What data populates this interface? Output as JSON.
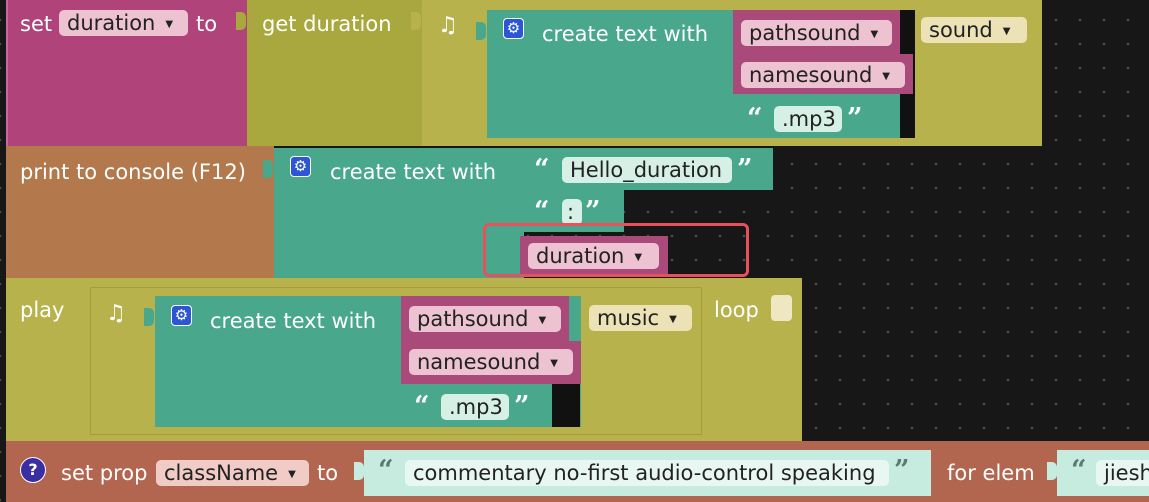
{
  "colors": {
    "var_block": "#b0447a",
    "get_block": "#a8a83e",
    "sound_block": "#b8b24c",
    "text_block": "#49a78b",
    "var_ref": "#aa4a7b",
    "print_block": "#b3794c",
    "play_block": "#b8b24c",
    "prop_block": "#b2664f",
    "highlight": "#e8505b",
    "workspace": "#171717"
  },
  "block_set": {
    "set_label": "set",
    "variable": "duration",
    "to_label": "to",
    "get_label": "get duration",
    "sound_icon": "music-note-icon",
    "create_text_label": "create text with",
    "items": [
      "pathsound",
      "namesound"
    ],
    "text_literal": ".mp3",
    "type_dropdown": "sound"
  },
  "block_print": {
    "label": "print to console (F12)",
    "create_text_label": "create text with",
    "literal_1": "Hello_duration",
    "literal_2": ":",
    "var_ref": "duration"
  },
  "block_play": {
    "label": "play",
    "create_text_label": "create text with",
    "items": [
      "pathsound",
      "namesound"
    ],
    "text_literal": ".mp3",
    "type_dropdown": "music",
    "loop_label": "loop"
  },
  "block_prop": {
    "help_icon": "?",
    "label_set_prop": "set prop",
    "prop_dropdown": "className",
    "to_label": "to",
    "value_literal": "commentary no-first audio-control speaking",
    "for_elem_label": "for elem",
    "elem_literal": "jiesh"
  }
}
